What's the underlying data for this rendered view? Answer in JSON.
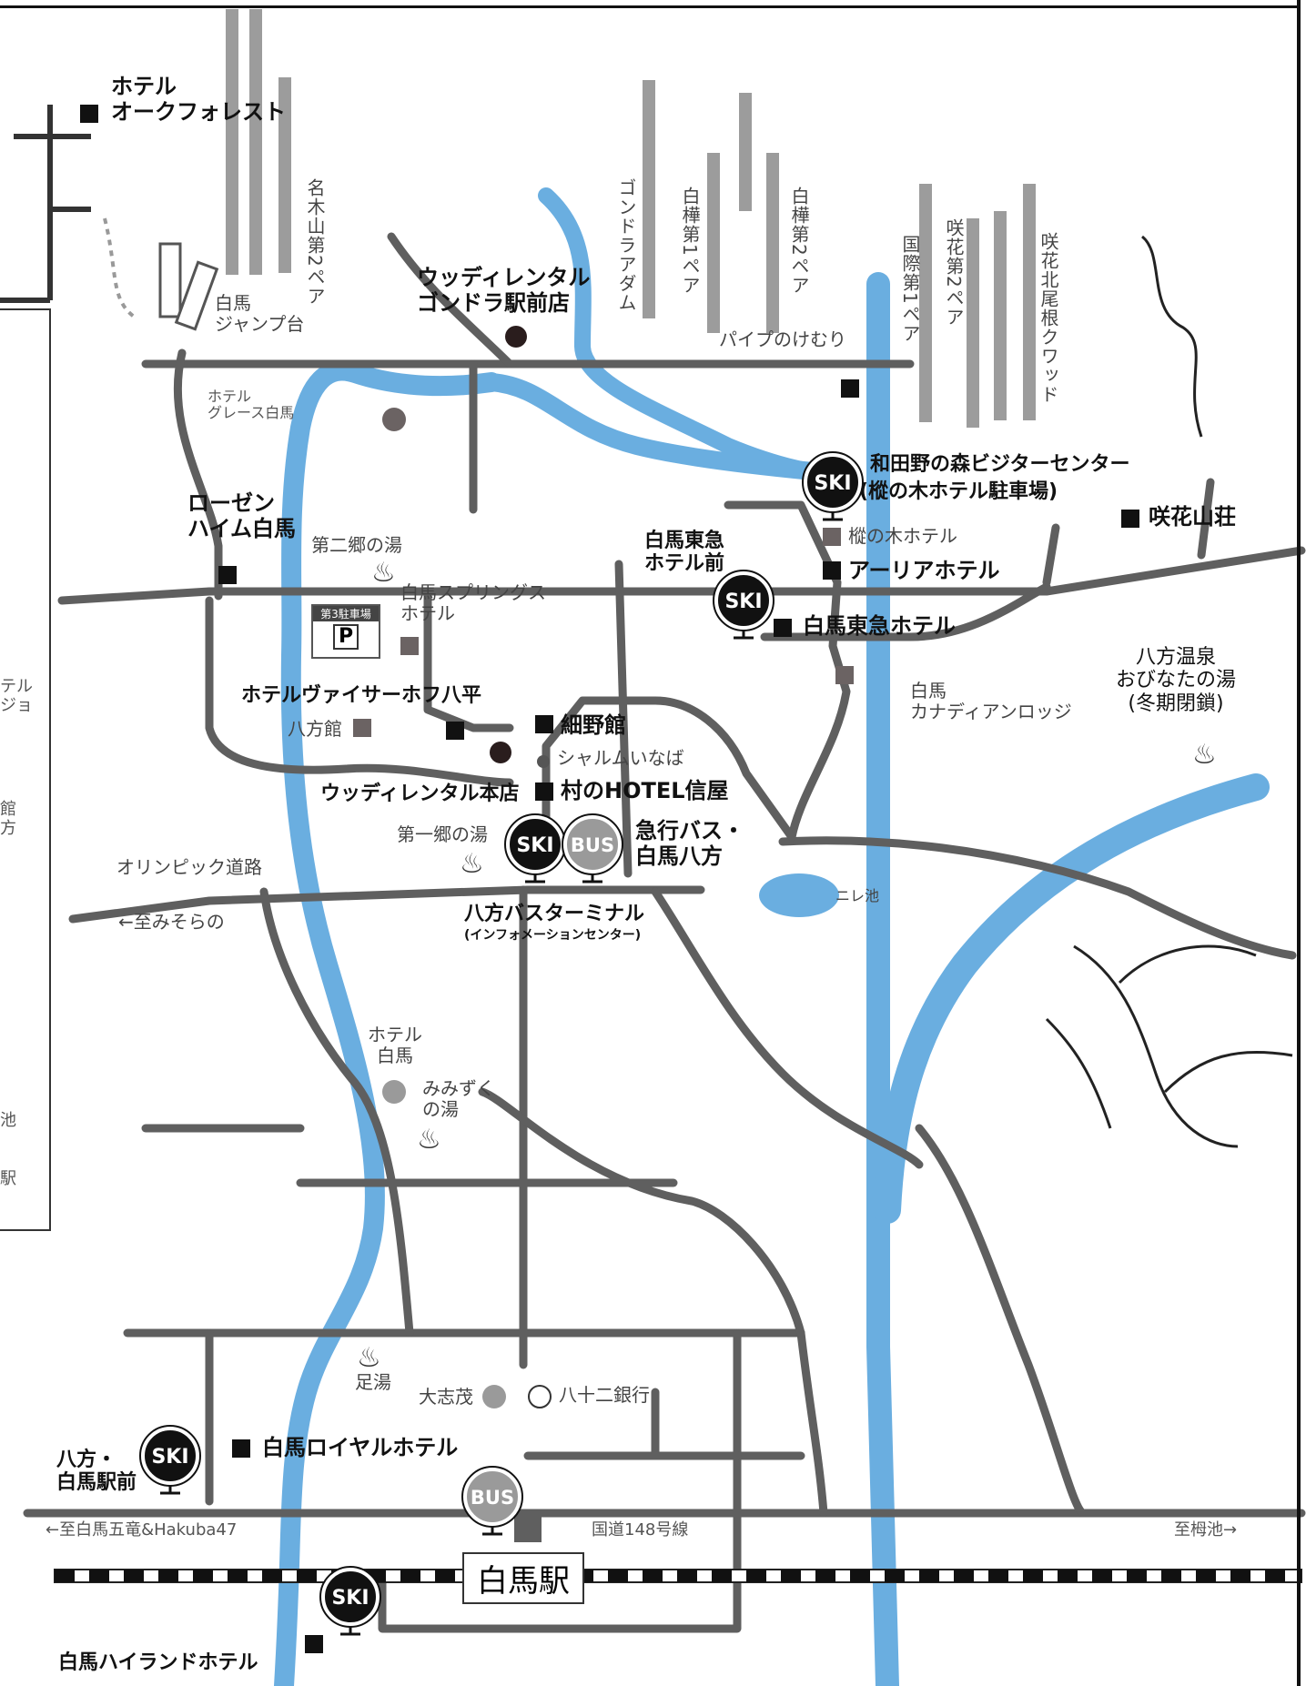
{
  "map": {
    "colors": {
      "river": "#6aaee0",
      "road": "#5f5f5f",
      "lift": "#9c9c9c",
      "ink": "#111111"
    },
    "station": "白馬駅",
    "labels": {
      "oak_forest": "ホテル\nオークフォレスト",
      "jump": "白馬\nジャンプ台",
      "namikiyama": "名木山第2ペア",
      "gondola_adam": "ゴンドラアダム",
      "shirakaba1": "白樺第1ペア",
      "shirakaba2": "白樺第2ペア",
      "kokusai1": "国際第1ペア",
      "sakka2": "咲花第2ペア",
      "sakka_kitaone": "咲花北尾根クワッド",
      "woody_gondola": "ウッディレンタル\nゴンドラ駅前店",
      "pipe": "パイプのけむり",
      "grace": "ホテル\nグレース白馬",
      "wadano": "和田野の森ビジターセンター",
      "wadano_sub": "(樅の木ホテル駐車場)",
      "sakkasanso": "咲花山荘",
      "rosen": "ローゼン\nハイム白馬",
      "daini": "第二郷の湯",
      "tokyu_mae": "白馬東急\nホテル前",
      "momi": "樅の木ホテル",
      "arya": "アーリアホテル",
      "springs": "白馬スプリングス\nホテル",
      "parking": "第3駐車場",
      "tokyu": "白馬東急ホテル",
      "happo_onsen": "八方温泉\nおびなたの湯\n(冬期閉鎖)",
      "canadian": "白馬\nカナディアンロッジ",
      "vaisa": "ホテルヴァイサーホフ八平",
      "happokan": "八方館",
      "hosono": "細野館",
      "charm": "シャルムいなば",
      "woody_honten": "ウッディレンタル本店",
      "mura": "村のHOTEL信屋",
      "daiichi": "第一郷の湯",
      "kyuko": "急行バス・\n白馬八方",
      "olympic": "オリンピック道路",
      "misorano": "←至みそらの",
      "terminal": "八方バスターミナル",
      "terminal_sub": "(インフォメーションセンター)",
      "nirei": "ニレ池",
      "hotel_hakuba": "ホテル\n白馬",
      "mimizuku": "みみずく\nの湯",
      "ashiyu": "足湯",
      "taishimo": "大志茂",
      "hachijuni": "八十二銀行",
      "happo_station": "八方・\n白馬駅前",
      "royal": "白馬ロイヤルホテル",
      "goryu": "←至白馬五竜&Hakuba47",
      "route148": "国道148号線",
      "aoki": "至栂池→",
      "highland": "白馬ハイランドホテル",
      "left_frag1": "テル\nジョ",
      "left_frag2": "館\n方",
      "left_frag3": "池",
      "left_frag4": "駅"
    },
    "icons": {
      "ski": "SKI",
      "bus": "BUS",
      "parking_p": "P"
    }
  }
}
